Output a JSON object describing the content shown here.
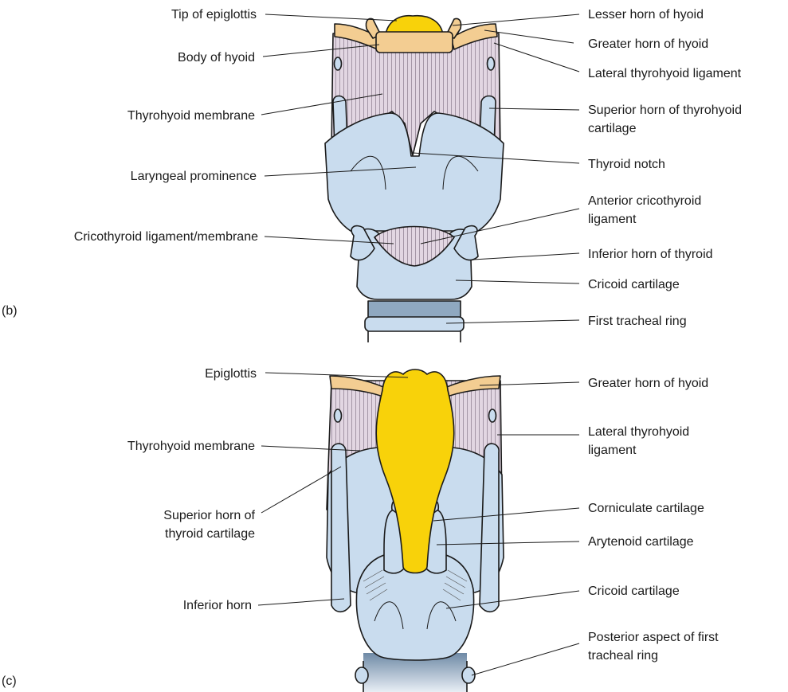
{
  "panels": {
    "b": {
      "tag": "(b)"
    },
    "c": {
      "tag": "(c)"
    }
  },
  "labels_b": {
    "tip_of_epiglottis": "Tip of epiglottis",
    "body_of_hyoid": "Body of hyoid",
    "thyrohyoid_membrane": "Thyrohyoid membrane",
    "laryngeal_prominence": "Laryngeal prominence",
    "cricothyroid_ligament": "Cricothyroid ligament/membrane",
    "lesser_horn_of_hyoid": "Lesser horn of hyoid",
    "greater_horn_of_hyoid": "Greater horn of hyoid",
    "lateral_thyrohyoid_ligament": "Lateral thyrohyoid ligament",
    "superior_horn_line1": "Superior horn of thyrohyoid",
    "superior_horn_line2": "cartilage",
    "thyroid_notch": "Thyroid notch",
    "anterior_cricothyroid_line1": "Anterior cricothyroid",
    "anterior_cricothyroid_line2": "ligament",
    "inferior_horn_of_thyroid": "Inferior horn of thyroid",
    "cricoid_cartilage": "Cricoid cartilage",
    "first_tracheal_ring": "First tracheal ring"
  },
  "labels_c": {
    "epiglottis": "Epiglottis",
    "thyrohyoid_membrane": "Thyrohyoid membrane",
    "superior_horn_line1": "Superior horn of",
    "superior_horn_line2": "thyroid cartilage",
    "inferior_horn": "Inferior horn",
    "greater_horn_of_hyoid": "Greater horn of hyoid",
    "lateral_thyrohyoid_line1": "Lateral thyrohyoid",
    "lateral_thyrohyoid_line2": "ligament",
    "corniculate_cartilage": "Corniculate cartilage",
    "arytenoid_cartilage": "Arytenoid cartilage",
    "cricoid_cartilage": "Cricoid cartilage",
    "posterior_aspect_line1": "Posterior aspect of first",
    "posterior_aspect_line2": "tracheal ring"
  },
  "colors": {
    "cartilage_blue": "#c9dcee",
    "membrane_mauve": "#e2d6e2",
    "hyoid_tan": "#f3cd92",
    "epiglottis_yellow": "#f8d20a",
    "trachea_dark": "#8fa8c0",
    "outline": "#1a1a1a"
  }
}
